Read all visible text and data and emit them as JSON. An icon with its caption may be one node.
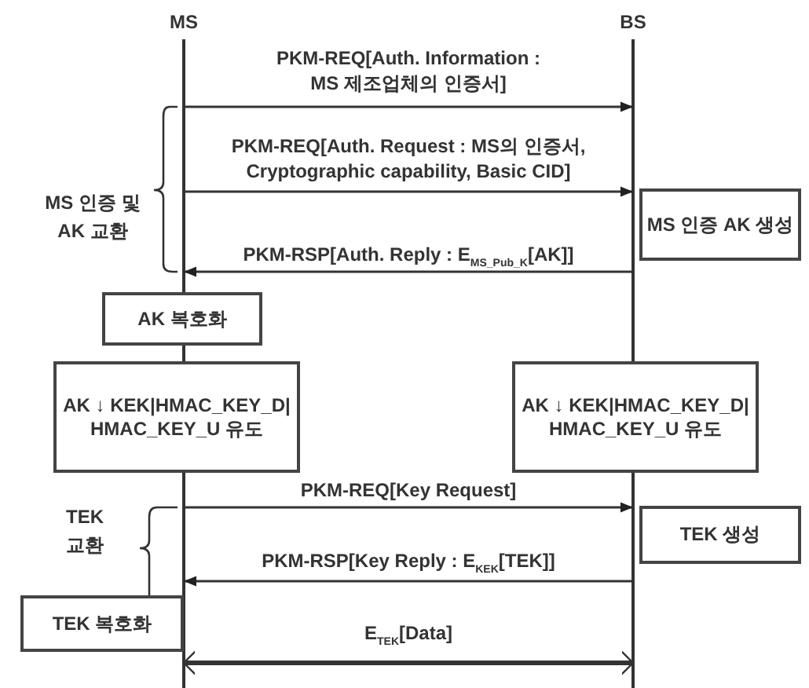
{
  "diagram": {
    "nodes": [
      {
        "text": [
          "MS"
        ]
      },
      {
        "text": [
          "BS"
        ]
      },
      {
        "text": [
          "MS 인증 AK 생성"
        ]
      },
      {
        "text": [
          "AK 복호화"
        ]
      },
      {
        "text": [
          "AK ↓ KEK|HMAC_KEY_D| HMAC_KEY_U 유도"
        ]
      },
      {
        "text": [
          "AK ↓ KEK|HMAC_KEY_D| HMAC_KEY_U 유도"
        ]
      },
      {
        "text": [
          "TEK 생성"
        ]
      },
      {
        "text": [
          "TEK 복호화"
        ]
      }
    ],
    "edges": [
      {
        "from": 0,
        "to": 1,
        "arrow": "to",
        "label": "PKM-REQ[Auth. Information : MS 제조업체의 인증서]"
      },
      {
        "from": 0,
        "to": 1,
        "arrow": "to",
        "label": "PKM-REQ[Auth. Request : MS의 인증서, Cryptographic capability, Basic CID]"
      },
      {
        "from": 1,
        "to": 0,
        "arrow": "to",
        "label": "PKM-RSP[Auth. Reply : E$_{MS_Pub_K}$[AK]]"
      },
      {
        "from": 0,
        "to": 1,
        "arrow": "to",
        "label": "PKM-REQ[Key Request]"
      },
      {
        "from": 1,
        "to": 0,
        "arrow": "to",
        "label": "PKM-RSP[Key Reply : E$_{KEK}$[TEK]]"
      },
      {
        "from": 0,
        "to": 1,
        "arrow": "both",
        "label": "E$_{TEK}$[Data]",
        "style": "thick"
      }
    ],
    "labels": [
      "MS 인증 및 AK 교환",
      "TEK 교환"
    ]
  }
}
